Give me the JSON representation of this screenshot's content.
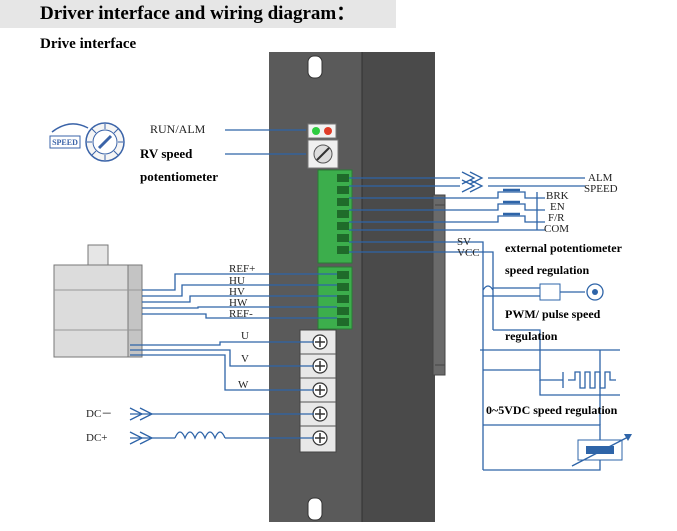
{
  "header": {
    "title": "Driver interface and wiring diagram："
  },
  "section": {
    "title": "Drive interface"
  },
  "labels": {
    "run_alm": "RUN/ALM",
    "rv_speed_line1": "RV speed",
    "rv_speed_line2": "potentiometer",
    "speed_dial": "SPEED",
    "alm": "ALM",
    "speed": "SPEED",
    "brk": "BRK",
    "en": "EN",
    "fr": "F/R",
    "com": "COM",
    "sv": "SV",
    "vcc": "VCC",
    "ref_plus": "REF+",
    "hu": "HU",
    "hv": "HV",
    "hw": "HW",
    "ref_minus": "REF-",
    "u": "U",
    "v": "V",
    "w": "W",
    "dc_minus": "DC－",
    "dc_plus": "DC+",
    "ext_pot_line1": "external potentiometer",
    "ext_pot_line2": "speed regulation",
    "pwm_line1": "PWM/ pulse speed",
    "pwm_line2": "regulation",
    "vdc_reg": "0~5VDC speed regulation"
  },
  "colors": {
    "wire": "#2e64a8",
    "housing": "#5a5a5a",
    "housing_dark": "#484848",
    "terminal_green": "#3cae4c",
    "led_green": "#2ecc40",
    "led_red": "#e03c28"
  }
}
